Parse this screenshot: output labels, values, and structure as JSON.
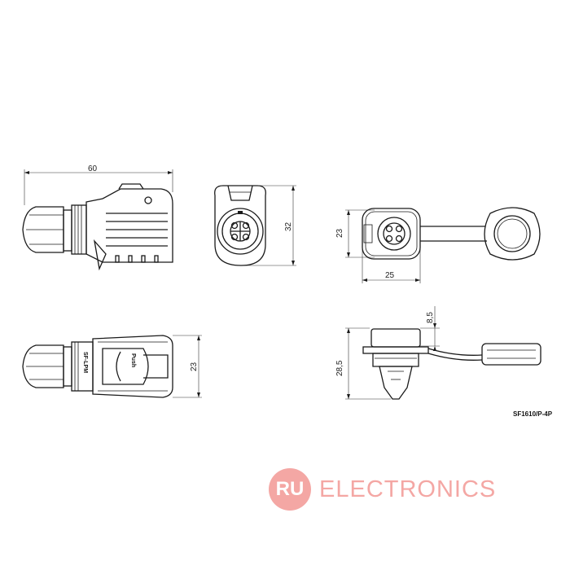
{
  "dimensions": {
    "side_length": "60",
    "front_height": "32",
    "panel_height": "23",
    "panel_width": "25",
    "top_view_height": "23",
    "mount_offset": "8,5",
    "mount_height": "28,5"
  },
  "labels": {
    "push": "Push",
    "brand_mark": "SF-LPM",
    "part_number": "SF1610/P-4P"
  },
  "watermark": {
    "badge": "RU",
    "text": "ELECTRONICS",
    "color": "#f4a7a4"
  }
}
